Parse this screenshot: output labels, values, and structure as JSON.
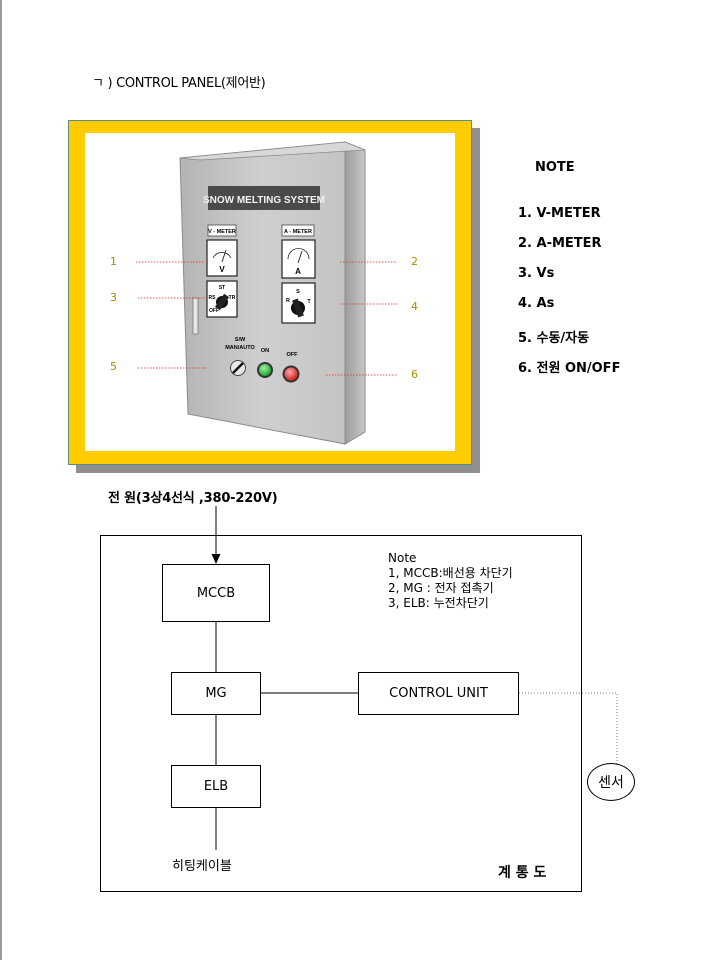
{
  "section_title": "ㄱ ) CONTROL PANEL(제어반)",
  "panel": {
    "sign": "SNOW MELTING SYSTEM",
    "v_meter_label": "V - METER",
    "a_meter_label": "A - METER",
    "v_symbol": "V",
    "a_symbol": "A",
    "vs_labels": {
      "st": "ST",
      "rs": "RS",
      "tr": "TR",
      "off": "OFF"
    },
    "as_labels": {
      "s": "S",
      "r": "R",
      "t": "T"
    },
    "sw_label_1": "S/W",
    "sw_label_2": "MAN/AUTO",
    "on_label": "ON",
    "off_label": "OFF",
    "callouts": [
      "1",
      "2",
      "3",
      "4",
      "5",
      "6"
    ],
    "colors": {
      "frame": "#ffcc00",
      "on_lamp": "#1a9a2a",
      "off_lamp": "#d41414",
      "callout": "#b08a00",
      "leader": "#e02020"
    }
  },
  "note": {
    "title": "NOTE",
    "items": [
      "1. V-METER",
      "2. A-METER",
      "3. Vs",
      "4. As",
      "5. 수동/자동",
      "6. 전원 ON/OFF"
    ]
  },
  "diagram": {
    "power_label": "전 원(3상4선식 ,380-220V)",
    "mccb": "MCCB",
    "mg": "MG",
    "elb": "ELB",
    "control_unit": "CONTROL  UNIT",
    "note_lines": [
      "Note",
      "1,  MCCB:배선용 차단기",
      "2,  MG : 전자 접촉기",
      "3,  ELB: 누전차단기"
    ],
    "heating": "히팅케이블",
    "sensor": "센서",
    "system_label": "계 통 도"
  }
}
